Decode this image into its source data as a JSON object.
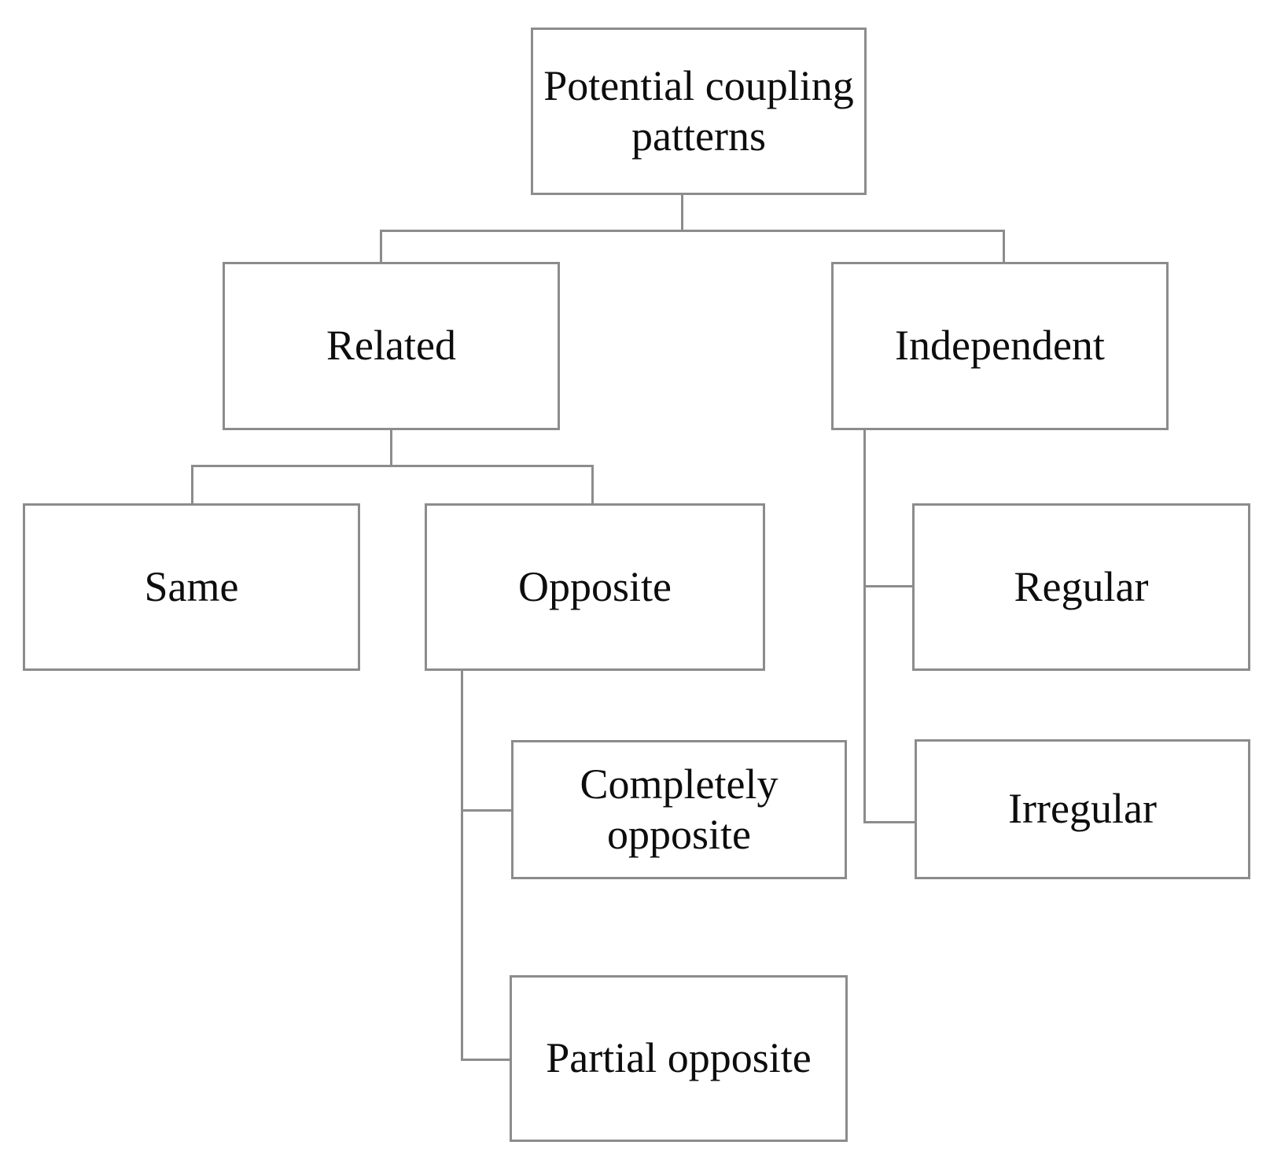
{
  "diagram": {
    "title": "Potential coupling patterns taxonomy",
    "style": {
      "box_border_color": "#8c8c8c",
      "connector_color": "#8c8c8c",
      "box_fill_color": "#ffffff",
      "text_color": "#0d0d0d",
      "background_color": "#ffffff"
    },
    "nodes": {
      "root": {
        "label": "Potential coupling patterns",
        "level": 1
      },
      "related": {
        "label": "Related",
        "level": 2
      },
      "independent": {
        "label": "Independent",
        "level": 2
      },
      "same": {
        "label": "Same",
        "level": 3
      },
      "opposite": {
        "label": "Opposite",
        "level": 3
      },
      "regular": {
        "label": "Regular",
        "level": 3
      },
      "completely_opposite": {
        "label": "Completely opposite",
        "level": 4
      },
      "irregular": {
        "label": "Irregular",
        "level": 3
      },
      "partial_opposite": {
        "label": "Partial  opposite",
        "level": 4
      }
    },
    "edges": [
      {
        "from": "root",
        "to": "related"
      },
      {
        "from": "root",
        "to": "independent"
      },
      {
        "from": "related",
        "to": "same"
      },
      {
        "from": "related",
        "to": "opposite"
      },
      {
        "from": "independent",
        "to": "regular"
      },
      {
        "from": "independent",
        "to": "irregular"
      },
      {
        "from": "opposite",
        "to": "completely_opposite"
      },
      {
        "from": "opposite",
        "to": "partial_opposite"
      }
    ]
  }
}
